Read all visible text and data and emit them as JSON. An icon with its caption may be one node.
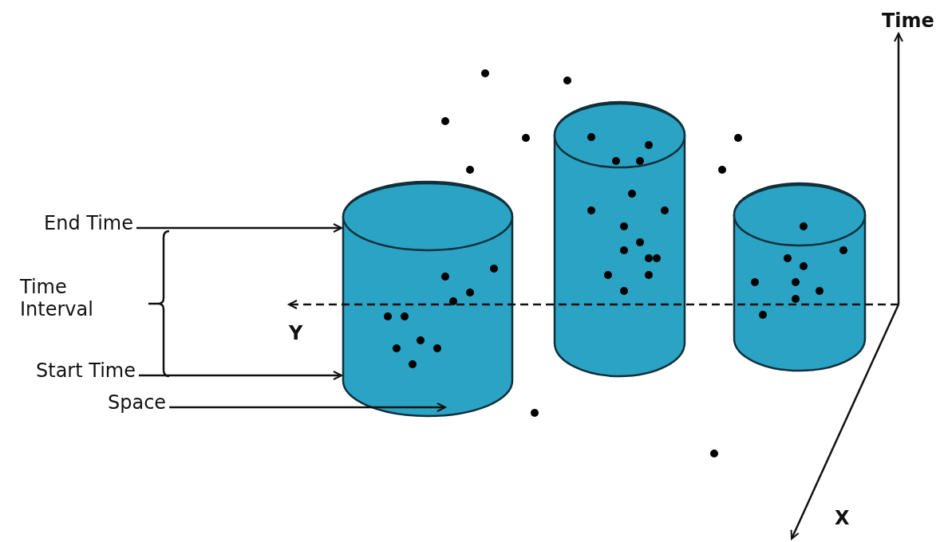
{
  "diagram": {
    "nodes": [
      {
        "text": [
          "End Time"
        ]
      },
      {
        "text": [
          "Start Time"
        ]
      },
      {
        "text": [
          "Space"
        ]
      },
      {
        "text": [],
        "shape": "cylinder"
      },
      {
        "text": [],
        "shape": "cylinder"
      },
      {
        "text": [],
        "shape": "cylinder"
      }
    ],
    "edges": [
      {
        "from": 0,
        "to": 3,
        "arrow": "to"
      },
      {
        "from": 1,
        "to": 3,
        "arrow": "to"
      },
      {
        "from": 2,
        "to": 3,
        "arrow": "to"
      }
    ],
    "labels": [
      "Time",
      "Time Interval",
      "Y",
      "X"
    ]
  }
}
